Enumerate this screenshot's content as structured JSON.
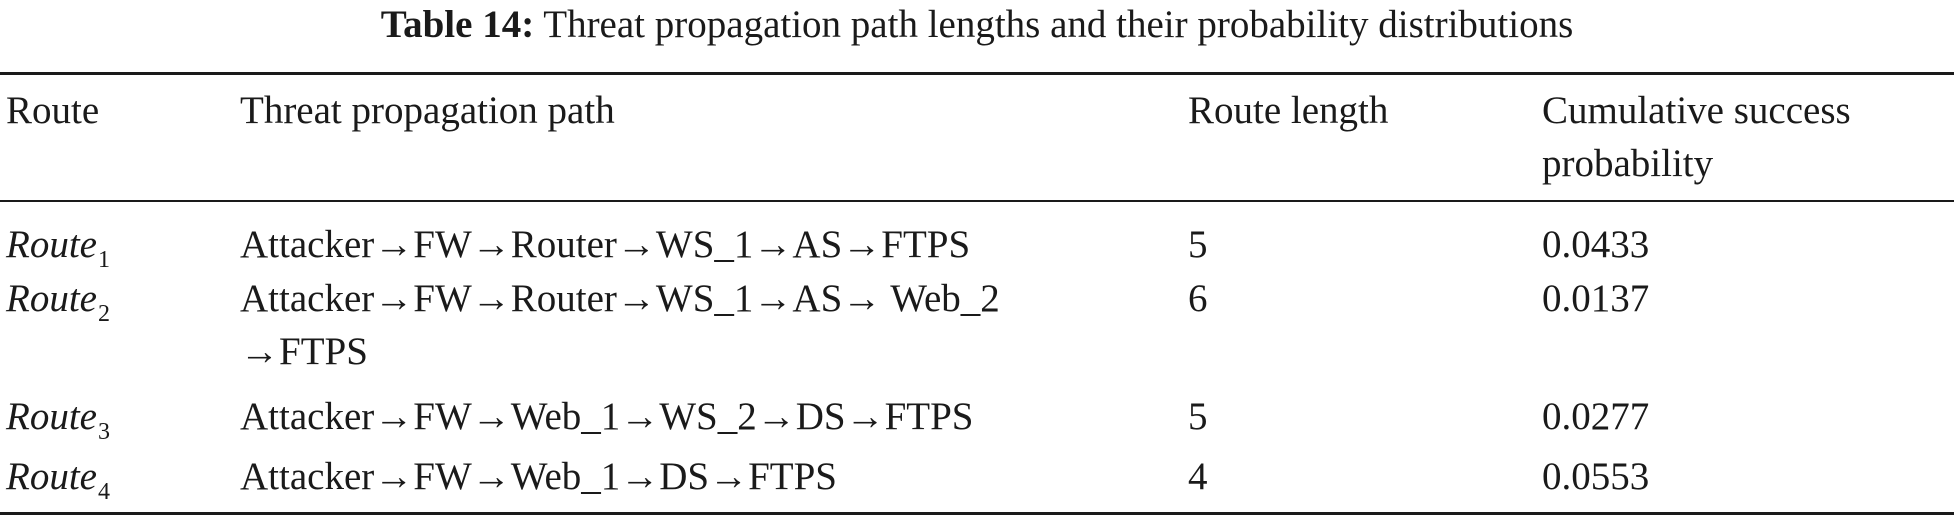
{
  "caption": {
    "label": "Table 14:",
    "text": "Threat propagation path lengths and their probability distributions"
  },
  "headers": {
    "route": "Route",
    "path": "Threat propagation path",
    "length": "Route length",
    "probability": "Cumulative success probability"
  },
  "rows": [
    {
      "route_name": "Route",
      "route_sub": "1",
      "path": "Attacker→FW→Router→WS_1→AS→FTPS",
      "length": "5",
      "probability": "0.0433"
    },
    {
      "route_name": "Route",
      "route_sub": "2",
      "path": "Attacker→FW→Router→WS_1→AS→ Web_2 →FTPS",
      "length": "6",
      "probability": "0.0137"
    },
    {
      "route_name": "Route",
      "route_sub": "3",
      "path": "Attacker→FW→Web_1→WS_2→DS→FTPS",
      "length": "5",
      "probability": "0.0277"
    },
    {
      "route_name": "Route",
      "route_sub": "4",
      "path": "Attacker→FW→Web_1→DS→FTPS",
      "length": "4",
      "probability": "0.0553"
    }
  ]
}
